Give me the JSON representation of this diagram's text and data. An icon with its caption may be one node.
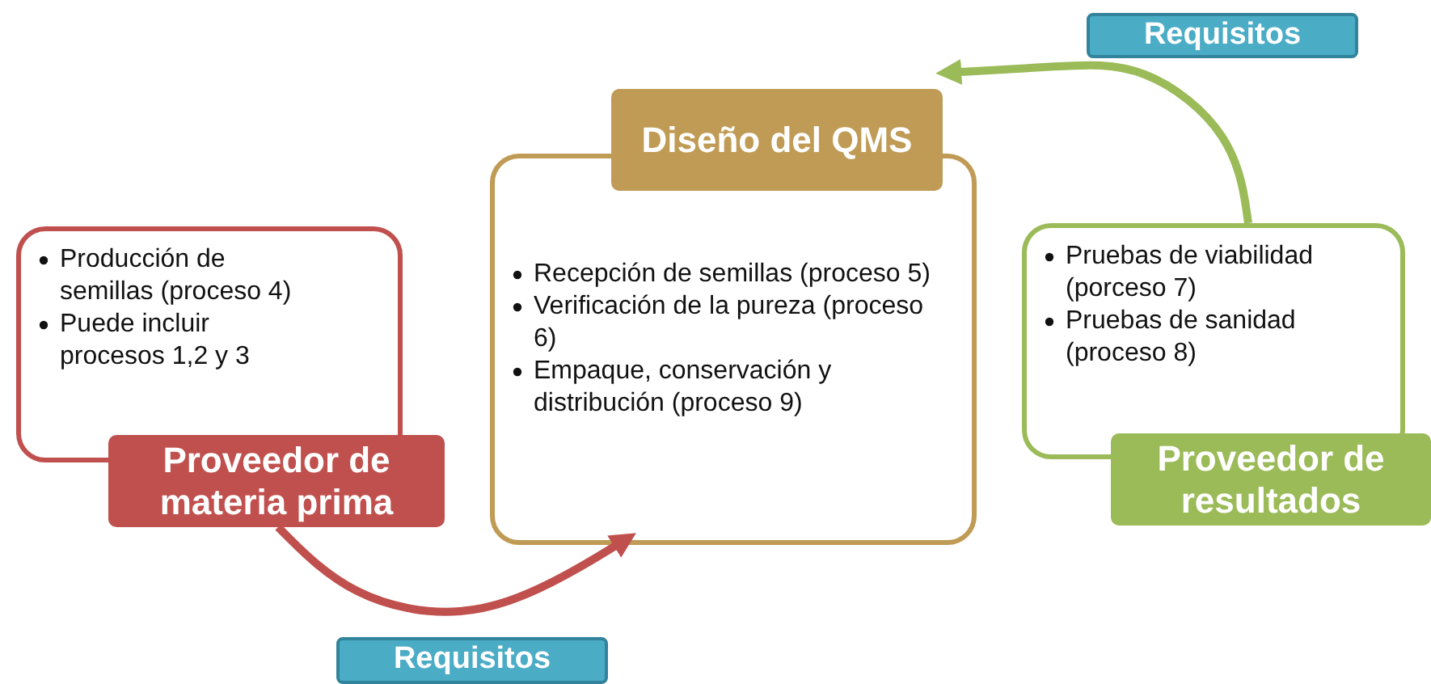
{
  "diagram": {
    "nodes": [
      {
        "text": [
          "Producción de semillas (proceso 4)",
          "Puede incluir procesos  1,2 y 3"
        ]
      },
      {
        "text": [
          "Proveedor de materia prima"
        ]
      },
      {
        "text": [
          "Diseño del QMS"
        ]
      },
      {
        "text": [
          "Recepción de semillas (proceso 5)",
          "Verificación de la pureza (proceso 6)",
          "Empaque, conservación y distribución (proceso 9)"
        ]
      },
      {
        "text": [
          "Pruebas de viabilidad (porceso 7)",
          "Pruebas de sanidad (proceso 8)"
        ]
      },
      {
        "text": [
          "Proveedor de resultados"
        ]
      }
    ],
    "edges": [
      {
        "from": 1,
        "to": 3,
        "arrow": "to",
        "color": "#c0504d"
      },
      {
        "from": 4,
        "to": 2,
        "arrow": "to",
        "color": "#9bbb59"
      }
    ],
    "labels": [
      "Requisitos",
      "Requisitos"
    ]
  }
}
